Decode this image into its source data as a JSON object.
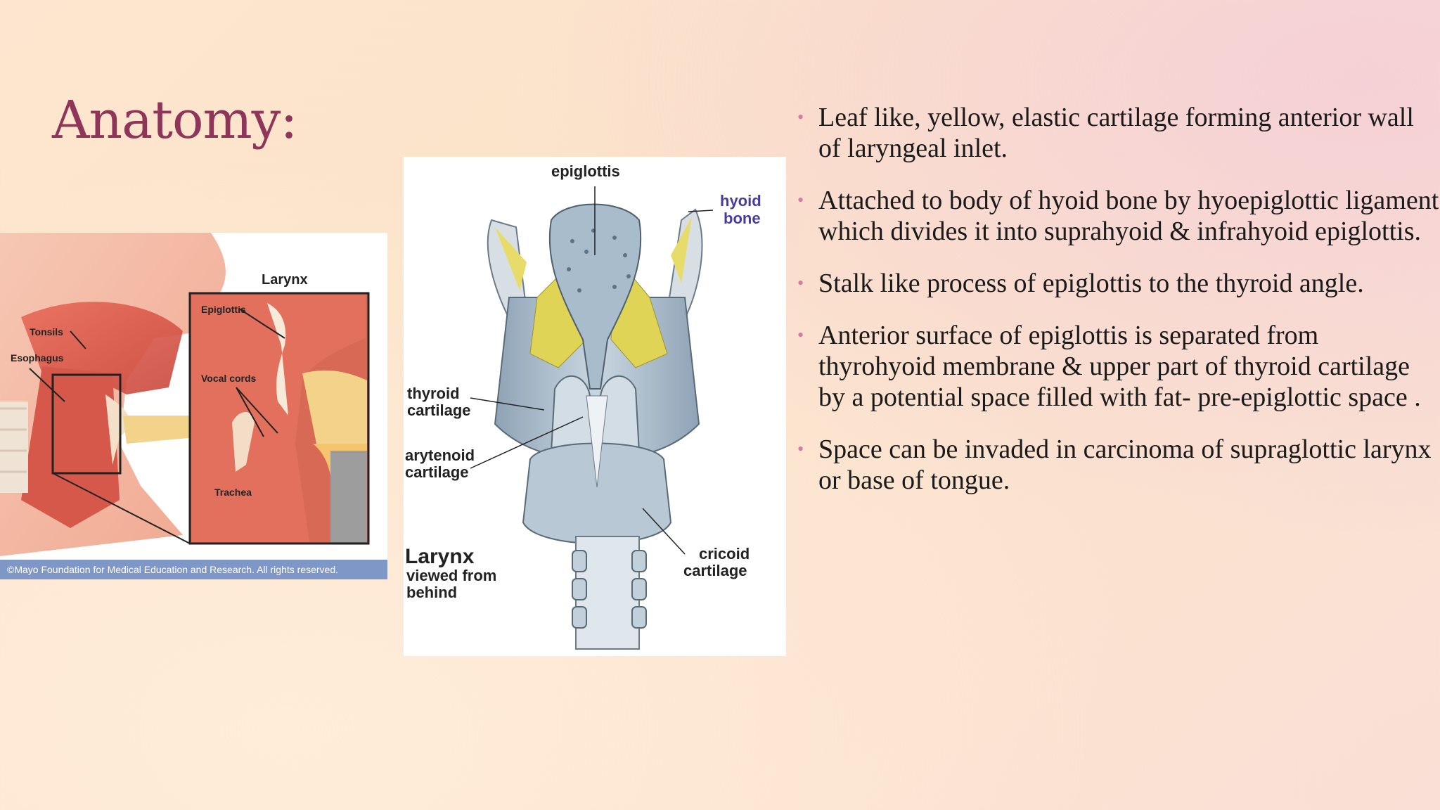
{
  "slide": {
    "title": "Anatomy:",
    "bullets": [
      "Leaf like, yellow, elastic cartilage forming anterior wall of laryngeal inlet.",
      "Attached to body of hyoid bone by hyoepiglottic ligament which divides it into suprahyoid & infrahyoid epiglottis.",
      "Stalk like process of epiglottis to the thyroid angle.",
      "Anterior surface of epiglottis is separated from thyrohyoid membrane & upper part of thyroid cartilage by a potential space filled with fat- pre-epiglottic space .",
      "Space can be invaded in carcinoma of supraglottic larynx or base of tongue."
    ]
  },
  "figure_left": {
    "inset_title": "Larynx",
    "labels": {
      "tonsils": "Tonsils",
      "esophagus": "Esophagus",
      "epiglottis": "Epiglottis",
      "vocal_cords": "Vocal cords",
      "trachea": "Trachea"
    },
    "copyright": "©Mayo Foundation for Medical Education and Research.  All rights reserved."
  },
  "figure_mid": {
    "labels": {
      "epiglottis": "epiglottis",
      "hyoid_1": "hyoid",
      "hyoid_2": "bone",
      "thyroid_1": "thyroid",
      "thyroid_2": "cartilage",
      "arytenoid_1": "arytenoid",
      "arytenoid_2": "cartilage",
      "cricoid_1": "cricoid",
      "cricoid_2": "cartilage"
    },
    "caption_title": "Larynx",
    "caption_line1": "viewed from",
    "caption_line2": "behind"
  },
  "colors": {
    "title": "#8e3559",
    "bullet_marker": "#d07fa0",
    "hyoid_label": "#4b3a9e"
  }
}
